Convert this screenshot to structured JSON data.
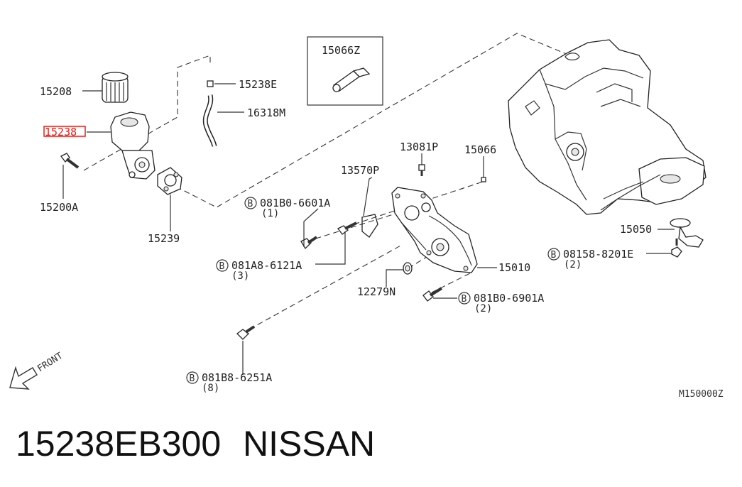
{
  "diagram": {
    "labels": {
      "p15208": "15208",
      "p15238_hl": "15238",
      "p15200A": "15200A",
      "p15239": "15239",
      "p15238E": "15238E",
      "p16318M": "16318M",
      "p15066Z": "15066Z",
      "p13081P": "13081P",
      "p15066": "15066",
      "p13570P": "13570P",
      "p081B0_6601A": "081B0-6601A",
      "p081B0_6601A_qty": "(1)",
      "p081A8_6121A": "081A8-6121A",
      "p081A8_6121A_qty": "(3)",
      "p12279N": "12279N",
      "p15010": "15010",
      "p081B0_6901A": "081B0-6901A",
      "p081B0_6901A_qty": "(2)",
      "p081B8_6251A": "081B8-6251A",
      "p081B8_6251A_qty": "(8)",
      "p15050": "15050",
      "p08158_8201E": "08158-8201E",
      "p08158_8201E_qty": "(2)",
      "bolt_prefix": "B",
      "front": "FRONT",
      "diagram_code": "M150000Z"
    },
    "highlight_color": "#e0201a"
  },
  "caption": {
    "part_number": "15238EB300",
    "brand": "NISSAN"
  }
}
